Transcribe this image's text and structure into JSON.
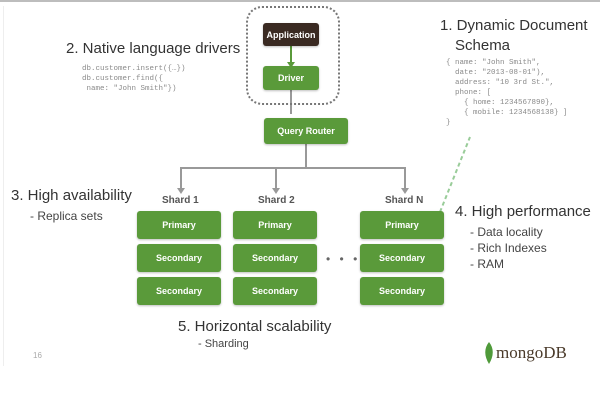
{
  "headings": {
    "dynamic_schema": "1. Dynamic Document",
    "dynamic_schema_2": "Schema",
    "native_drivers": "2. Native language drivers",
    "high_availability": "3. High availability",
    "high_performance": "4. High performance",
    "horizontal_scalability": "5. Horizontal scalability"
  },
  "subpoints": {
    "replica_sets": "- Replica sets",
    "data_locality": "- Data locality",
    "rich_indexes": "- Rich Indexes",
    "ram": "- RAM",
    "sharding": "- Sharding"
  },
  "driver_code": [
    "db.customer.insert({…})",
    "db.customer.find({",
    " name: \"John Smith\"})"
  ],
  "schema_code": [
    "{ name: \"John Smith\",",
    "  date: \"2013-08-01\"),",
    "  address: \"10 3rd St.\",",
    "  phone: [",
    "    { home: 1234567890},",
    "    { mobile: 1234568138} ]",
    "}"
  ],
  "nodes": {
    "application": "Application",
    "driver": "Driver",
    "query_router": "Query Router"
  },
  "shards": [
    {
      "label": "Shard 1",
      "members": [
        "Primary",
        "Secondary",
        "Secondary"
      ]
    },
    {
      "label": "Shard 2",
      "members": [
        "Primary",
        "Secondary",
        "Secondary"
      ]
    },
    {
      "label": "Shard N",
      "members": [
        "Primary",
        "Secondary",
        "Secondary"
      ]
    }
  ],
  "ellipsis": "• • •",
  "page_number": "16",
  "logo": "mongoDB",
  "colors": {
    "green": "#5a9a3a",
    "app": "#3a2a22"
  }
}
